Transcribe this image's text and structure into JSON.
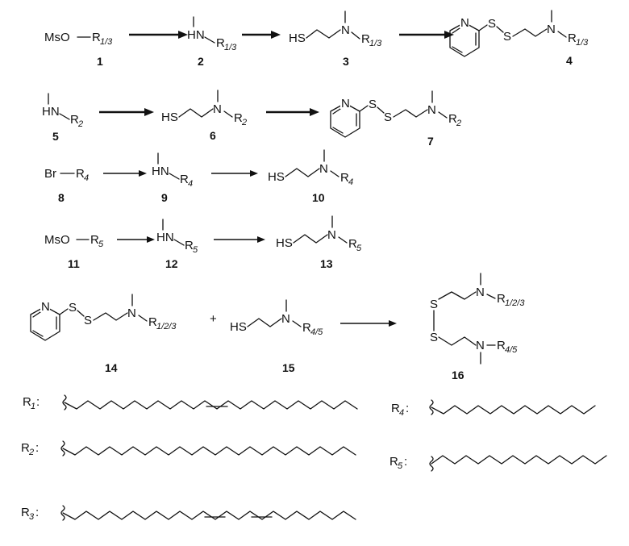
{
  "reactions": {
    "row1": {
      "c1_label": "MsO",
      "c1_r": "R",
      "c1_sub": "1/3",
      "c1_num": "1",
      "c2_label": "HN",
      "c2_r": "R",
      "c2_sub": "1/3",
      "c2_num": "2",
      "c3_sh": "HS",
      "c3_n": "N",
      "c3_r": "R",
      "c3_sub": "1/3",
      "c3_num": "3",
      "c4_pn": "N",
      "c4_s1": "S",
      "c4_s2": "S",
      "c4_n": "N",
      "c4_r": "R",
      "c4_sub": "1/3",
      "c4_num": "4"
    },
    "row2": {
      "c5_label": "HN",
      "c5_r": "R",
      "c5_sub": "2",
      "c5_num": "5",
      "c6_sh": "HS",
      "c6_n": "N",
      "c6_r": "R",
      "c6_sub": "2",
      "c6_num": "6",
      "c7_pn": "N",
      "c7_s1": "S",
      "c7_s2": "S",
      "c7_n": "N",
      "c7_r": "R",
      "c7_sub": "2",
      "c7_num": "7"
    },
    "row3": {
      "c8_label": "Br",
      "c8_r": "R",
      "c8_sub": "4",
      "c8_num": "8",
      "c9_label": "HN",
      "c9_r": "R",
      "c9_sub": "4",
      "c9_num": "9",
      "c10_sh": "HS",
      "c10_n": "N",
      "c10_r": "R",
      "c10_sub": "4",
      "c10_num": "10"
    },
    "row4": {
      "c11_label": "MsO",
      "c11_r": "R",
      "c11_sub": "5",
      "c11_num": "11",
      "c12_label": "HN",
      "c12_r": "R",
      "c12_sub": "5",
      "c12_num": "12",
      "c13_sh": "HS",
      "c13_n": "N",
      "c13_r": "R",
      "c13_sub": "5",
      "c13_num": "13"
    },
    "row5": {
      "c14_pn": "N",
      "c14_s1": "S",
      "c14_s2": "S",
      "c14_n": "N",
      "c14_r": "R",
      "c14_sub": "1/2/3",
      "c14_num": "14",
      "plus": "+",
      "c15_sh": "HS",
      "c15_n": "N",
      "c15_r": "R",
      "c15_sub": "4/5",
      "c15_num": "15",
      "c16_s1": "S",
      "c16_s2": "S",
      "c16_n1": "N",
      "c16_r1": "R",
      "c16_sub1": "1/2/3",
      "c16_n2": "N",
      "c16_r2": "R",
      "c16_sub2": "4/5",
      "c16_num": "16"
    }
  },
  "r_groups": [
    {
      "letter": "R",
      "sub": "1",
      "colon": ":"
    },
    {
      "letter": "R",
      "sub": "2",
      "colon": ":"
    },
    {
      "letter": "R",
      "sub": "3",
      "colon": ":"
    },
    {
      "letter": "R",
      "sub": "4",
      "colon": ":"
    },
    {
      "letter": "R",
      "sub": "5",
      "colon": ":"
    }
  ]
}
